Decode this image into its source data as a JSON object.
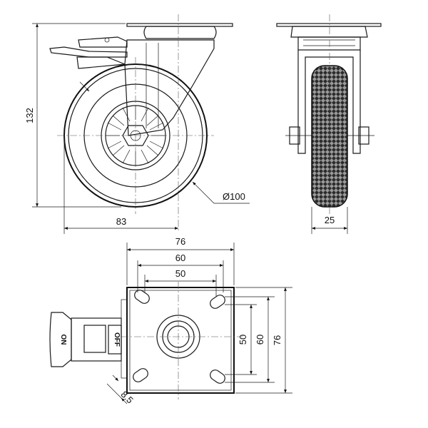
{
  "dimensions": {
    "height": "132",
    "wheel_diameter": "Ø100",
    "offset": "83",
    "wheel_width": "25",
    "plate_width": "76",
    "plate_bolt_outer": "60",
    "plate_bolt_inner": "50",
    "plate_height_inner": "50",
    "plate_height_outer": "60",
    "plate_height": "76",
    "slot": "8.5"
  },
  "brake_labels": {
    "on": "ON",
    "off": "OFF"
  }
}
